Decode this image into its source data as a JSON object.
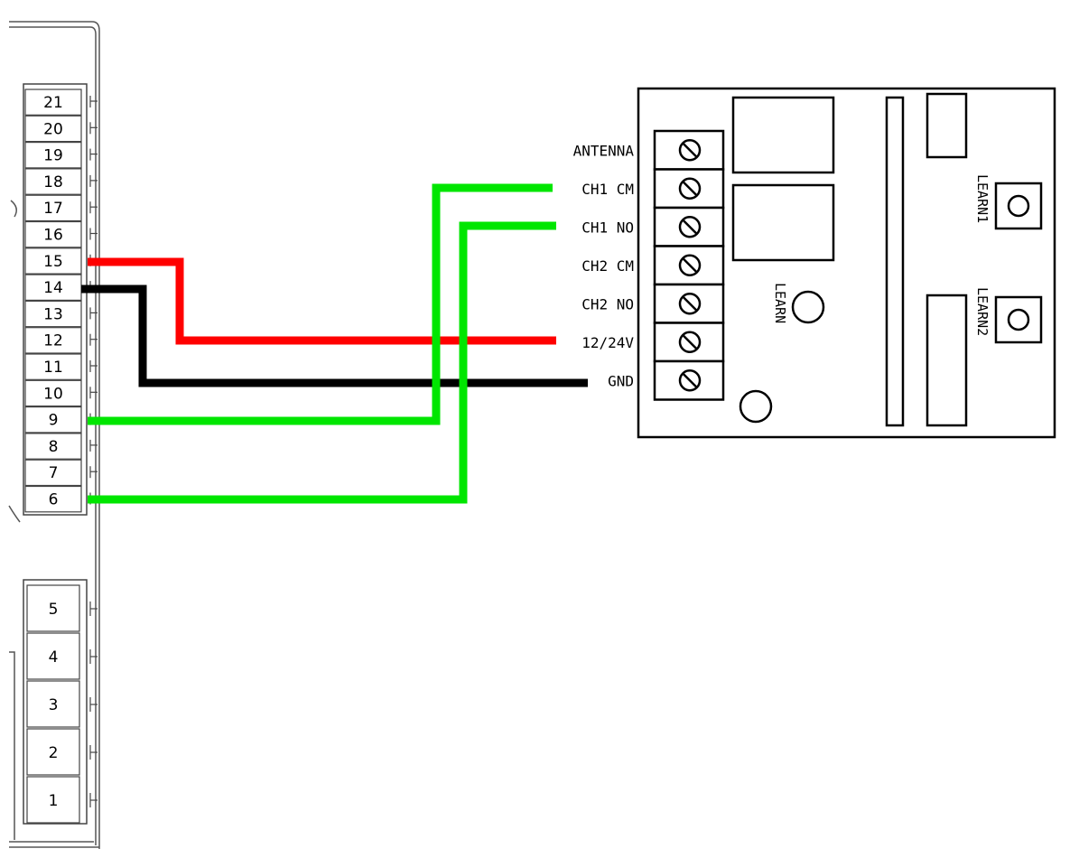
{
  "terminal_strip_upper": [
    "21",
    "20",
    "19",
    "18",
    "17",
    "16",
    "15",
    "14",
    "13",
    "12",
    "11",
    "10",
    "9",
    "8",
    "7",
    "6"
  ],
  "terminal_strip_lower": [
    "5",
    "4",
    "3",
    "2",
    "1"
  ],
  "receiver": {
    "terminals": [
      "ANTENNA",
      "CH1 CM",
      "CH1 NO",
      "CH2 CM",
      "CH2 NO",
      "12/24V",
      "GND"
    ],
    "learn_label": "LEARN",
    "learn1_label": "LEARN1",
    "learn2_label": "LEARN2"
  },
  "wires": [
    {
      "color": "#ff0000",
      "from_terminal": "15",
      "to_terminal": "12/24V"
    },
    {
      "color": "#000000",
      "from_terminal": "14",
      "to_terminal": "GND"
    },
    {
      "color": "#00e600",
      "from_terminal": "9",
      "to_terminal": "CH1 CM"
    },
    {
      "color": "#00e600",
      "from_terminal": "6",
      "to_terminal": "CH1 NO"
    }
  ]
}
